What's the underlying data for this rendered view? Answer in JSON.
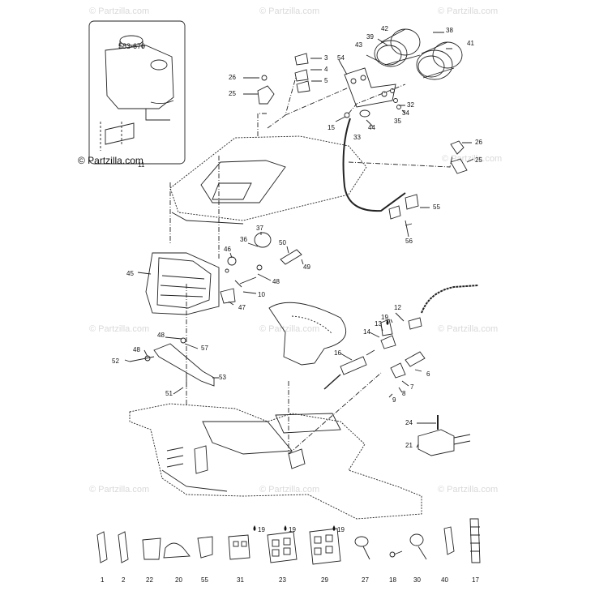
{
  "diagram": {
    "inset_code": "583-670",
    "copyright": "© Partzilla.com",
    "watermark": "© Partzilla.com",
    "callouts": [
      {
        "id": "c3",
        "label": "3"
      },
      {
        "id": "c4",
        "label": "4"
      },
      {
        "id": "c5",
        "label": "5"
      },
      {
        "id": "c26a",
        "label": "26"
      },
      {
        "id": "c25a",
        "label": "25"
      },
      {
        "id": "c11",
        "label": "11"
      },
      {
        "id": "c54",
        "label": "54"
      },
      {
        "id": "c43",
        "label": "43"
      },
      {
        "id": "c39",
        "label": "39"
      },
      {
        "id": "c42",
        "label": "42"
      },
      {
        "id": "c38",
        "label": "38"
      },
      {
        "id": "c41",
        "label": "41"
      },
      {
        "id": "c32",
        "label": "32"
      },
      {
        "id": "c34",
        "label": "34"
      },
      {
        "id": "c35",
        "label": "35"
      },
      {
        "id": "c15",
        "label": "15"
      },
      {
        "id": "c44",
        "label": "44"
      },
      {
        "id": "c33",
        "label": "33"
      },
      {
        "id": "c26b",
        "label": "26"
      },
      {
        "id": "c25b",
        "label": "25"
      },
      {
        "id": "c55a",
        "label": "55"
      },
      {
        "id": "c56",
        "label": "56"
      },
      {
        "id": "c37",
        "label": "37"
      },
      {
        "id": "c36",
        "label": "36"
      },
      {
        "id": "c46",
        "label": "46"
      },
      {
        "id": "c50",
        "label": "50"
      },
      {
        "id": "c49",
        "label": "49"
      },
      {
        "id": "c45",
        "label": "45"
      },
      {
        "id": "c48a",
        "label": "48"
      },
      {
        "id": "c10",
        "label": "10"
      },
      {
        "id": "c47",
        "label": "47"
      },
      {
        "id": "c12",
        "label": "12"
      },
      {
        "id": "c19a",
        "label": "19"
      },
      {
        "id": "c13",
        "label": "13"
      },
      {
        "id": "c14",
        "label": "14"
      },
      {
        "id": "c48b",
        "label": "48"
      },
      {
        "id": "c57",
        "label": "57"
      },
      {
        "id": "c48c",
        "label": "48"
      },
      {
        "id": "c52",
        "label": "52"
      },
      {
        "id": "c53",
        "label": "53"
      },
      {
        "id": "c51",
        "label": "51"
      },
      {
        "id": "c16",
        "label": "16"
      },
      {
        "id": "c6",
        "label": "6"
      },
      {
        "id": "c7",
        "label": "7"
      },
      {
        "id": "c8",
        "label": "8"
      },
      {
        "id": "c9",
        "label": "9"
      },
      {
        "id": "c24",
        "label": "24"
      },
      {
        "id": "c21",
        "label": "21"
      }
    ],
    "parts_row": [
      {
        "label": "1"
      },
      {
        "label": "2"
      },
      {
        "label": "22"
      },
      {
        "label": "20"
      },
      {
        "label": "55"
      },
      {
        "label": "31"
      },
      {
        "label": "23"
      },
      {
        "label": "29"
      },
      {
        "label": "27"
      },
      {
        "label": "18"
      },
      {
        "label": "30"
      },
      {
        "label": "40"
      },
      {
        "label": "17"
      }
    ],
    "grease_refs": [
      {
        "label": "19"
      },
      {
        "label": "19"
      },
      {
        "label": "19"
      }
    ]
  }
}
